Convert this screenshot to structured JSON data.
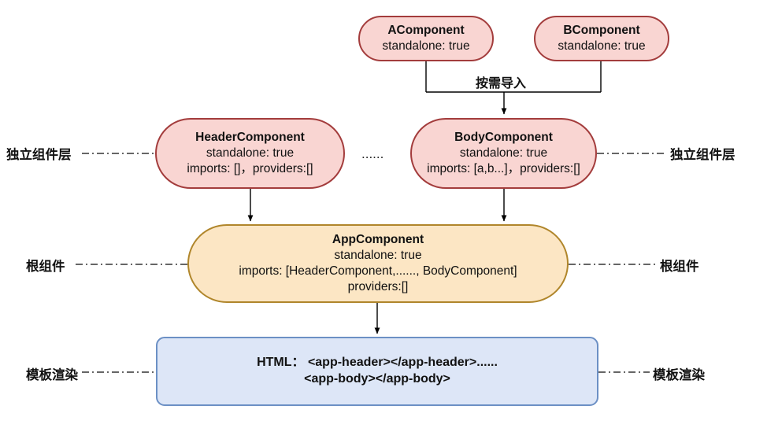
{
  "diagram": {
    "title": "Angular standalone component architecture",
    "colors": {
      "standalone_fill": "#f9d5d2",
      "standalone_border": "#a33c3c",
      "root_fill": "#fce6c4",
      "root_border": "#b0862b",
      "template_fill": "#dde6f7",
      "template_border": "#6c90c5",
      "connector": "#000000",
      "layer_leader": "#333333"
    },
    "nodes": {
      "acomponent": {
        "title": "AComponent",
        "line2": "standalone: true"
      },
      "bcomponent": {
        "title": "BComponent",
        "line2": "standalone: true"
      },
      "headercomponent": {
        "title": "HeaderComponent",
        "line2": "standalone: true",
        "line3": "imports: []，providers:[]"
      },
      "bodycomponent": {
        "title": "BodyComponent",
        "line2": "standalone: true",
        "line3": "imports: [a,b...]，providers:[]"
      },
      "appcomponent": {
        "title": "AppComponent",
        "line2": "standalone: true",
        "line3": "imports: [HeaderComponent,......, BodyComponent]",
        "line4": "providers:[]"
      },
      "htmlbox": {
        "line1": "HTML： <app-header></app-header>......",
        "line2": "<app-body></app-body>"
      }
    },
    "edge_labels": {
      "import_on_demand": "按需导入"
    },
    "ellipsis_between_components": "......",
    "layer_labels": {
      "standalone_left": "独立组件层",
      "standalone_right": "独立组件层",
      "root_left": "根组件",
      "root_right": "根组件",
      "template_left": "模板渲染",
      "template_right": "模板渲染"
    }
  }
}
